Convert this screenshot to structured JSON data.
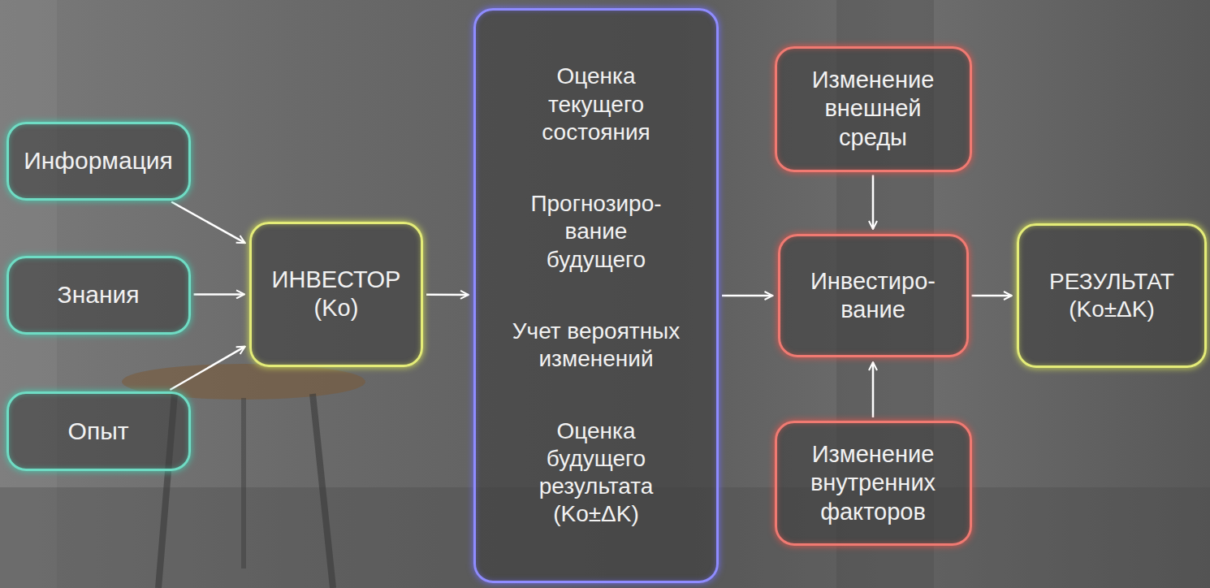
{
  "diagram": {
    "nodes": [
      {
        "text": [
          "Информация"
        ]
      },
      {
        "text": [
          "Знания"
        ]
      },
      {
        "text": [
          "Опыт"
        ]
      },
      {
        "text": [
          "ИНВЕСТОР (Ko)"
        ]
      },
      {
        "text": [
          "Оценка текущего состояния",
          "Прогнозиро- вание будущего",
          "Учет вероятных изменений",
          "Оценка будущего результата (Ko±ΔK)"
        ]
      },
      {
        "text": [
          "Изменение внешней среды"
        ]
      },
      {
        "text": [
          "Инвестиро- вание"
        ]
      },
      {
        "text": [
          "Изменение внутренних факторов"
        ]
      },
      {
        "text": [
          "РЕЗУЛЬТАТ (Ko±ΔK)"
        ]
      }
    ],
    "edges": [
      {
        "from": 0,
        "to": 3,
        "arrow": "to"
      },
      {
        "from": 1,
        "to": 3,
        "arrow": "to"
      },
      {
        "from": 2,
        "to": 3,
        "arrow": "to"
      },
      {
        "from": 3,
        "to": 4,
        "arrow": "to"
      },
      {
        "from": 4,
        "to": 6,
        "arrow": "to"
      },
      {
        "from": 5,
        "to": 6,
        "arrow": "to"
      },
      {
        "from": 7,
        "to": 6,
        "arrow": "to"
      },
      {
        "from": 6,
        "to": 8,
        "arrow": "to"
      }
    ]
  }
}
